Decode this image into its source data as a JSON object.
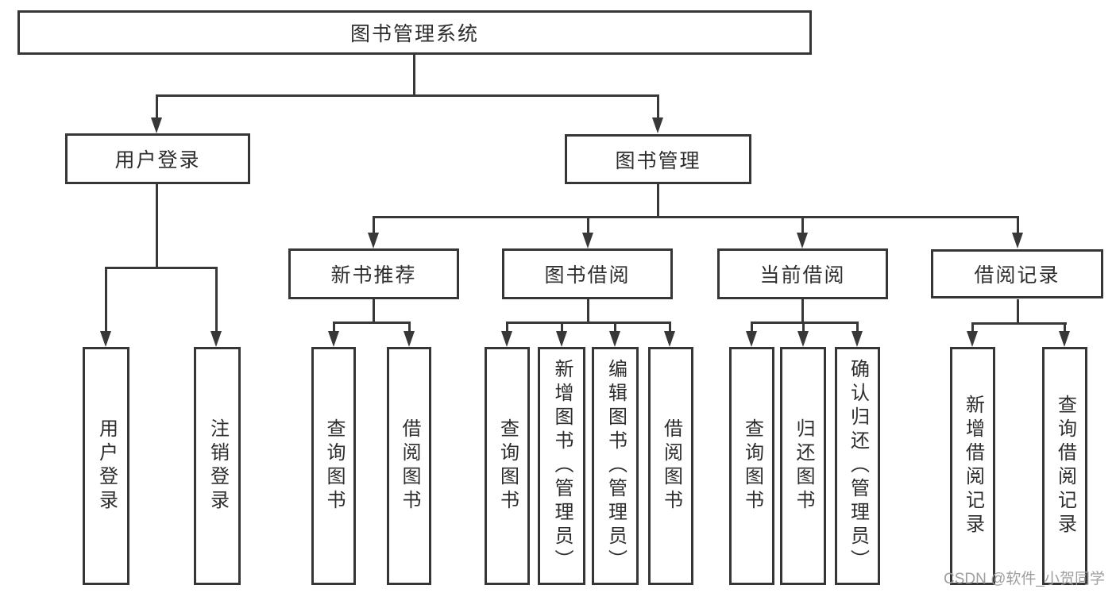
{
  "diagram": {
    "root_label": "图书管理系统",
    "branches": [
      {
        "label": "用户登录",
        "leaves": [
          "用户登录",
          "注销登录"
        ]
      },
      {
        "label": "图书管理",
        "branches": [
          {
            "label": "新书推荐",
            "leaves": [
              "查询图书",
              "借阅图书"
            ]
          },
          {
            "label": "图书借阅",
            "leaves": [
              "查询图书",
              "新增图书（管理员）",
              "编辑图书（管理员）",
              "借阅图书"
            ]
          },
          {
            "label": "当前借阅",
            "leaves": [
              "查询图书",
              "归还图书",
              "确认归还（管理员）"
            ]
          },
          {
            "label": "借阅记录",
            "leaves": [
              "新增借阅记录",
              "查询借阅记录"
            ]
          }
        ]
      }
    ]
  },
  "watermark": {
    "text": "CSDN @软件_小贺同学"
  },
  "colors": {
    "line": "#383838",
    "box_border": "#363636",
    "box_fill": "#ffffff",
    "text": "#2d2d2d",
    "watermark": "#9f9f9f",
    "background": "#ffffff"
  }
}
